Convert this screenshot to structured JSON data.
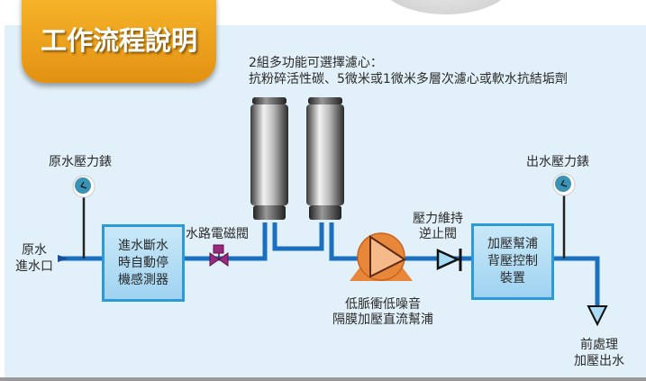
{
  "title": "工作流程說明",
  "filter_note": {
    "line1": "2組多功能可選擇濾心：",
    "line2": "抗粉碎活性碳、5微米或1微米多層次濾心或軟水抗結垢劑"
  },
  "labels": {
    "inlet_gauge": "原水壓力錶",
    "outlet_gauge": "出水壓力錶",
    "inlet_line1": "原水",
    "inlet_line2": "進水口",
    "solenoid": "水路電磁閥",
    "check_valve_line1": "壓力維持",
    "check_valve_line2": "逆止閥",
    "pump_line1": "低脈衝低噪音",
    "pump_line2": "隔膜加壓直流幫浦",
    "outlet_line1": "前處理",
    "outlet_line2": "加壓出水"
  },
  "boxes": {
    "sensor": [
      "進水斷水",
      "時自動停",
      "機感測器"
    ],
    "backpressure": [
      "加壓幫浦",
      "背壓控制",
      "裝置"
    ]
  },
  "colors": {
    "pipe": "#1a6fc0",
    "badge": "#eea31e",
    "panel": "#e2f0f9",
    "valve": "#9b2a7f",
    "pump": "#e8873a"
  }
}
